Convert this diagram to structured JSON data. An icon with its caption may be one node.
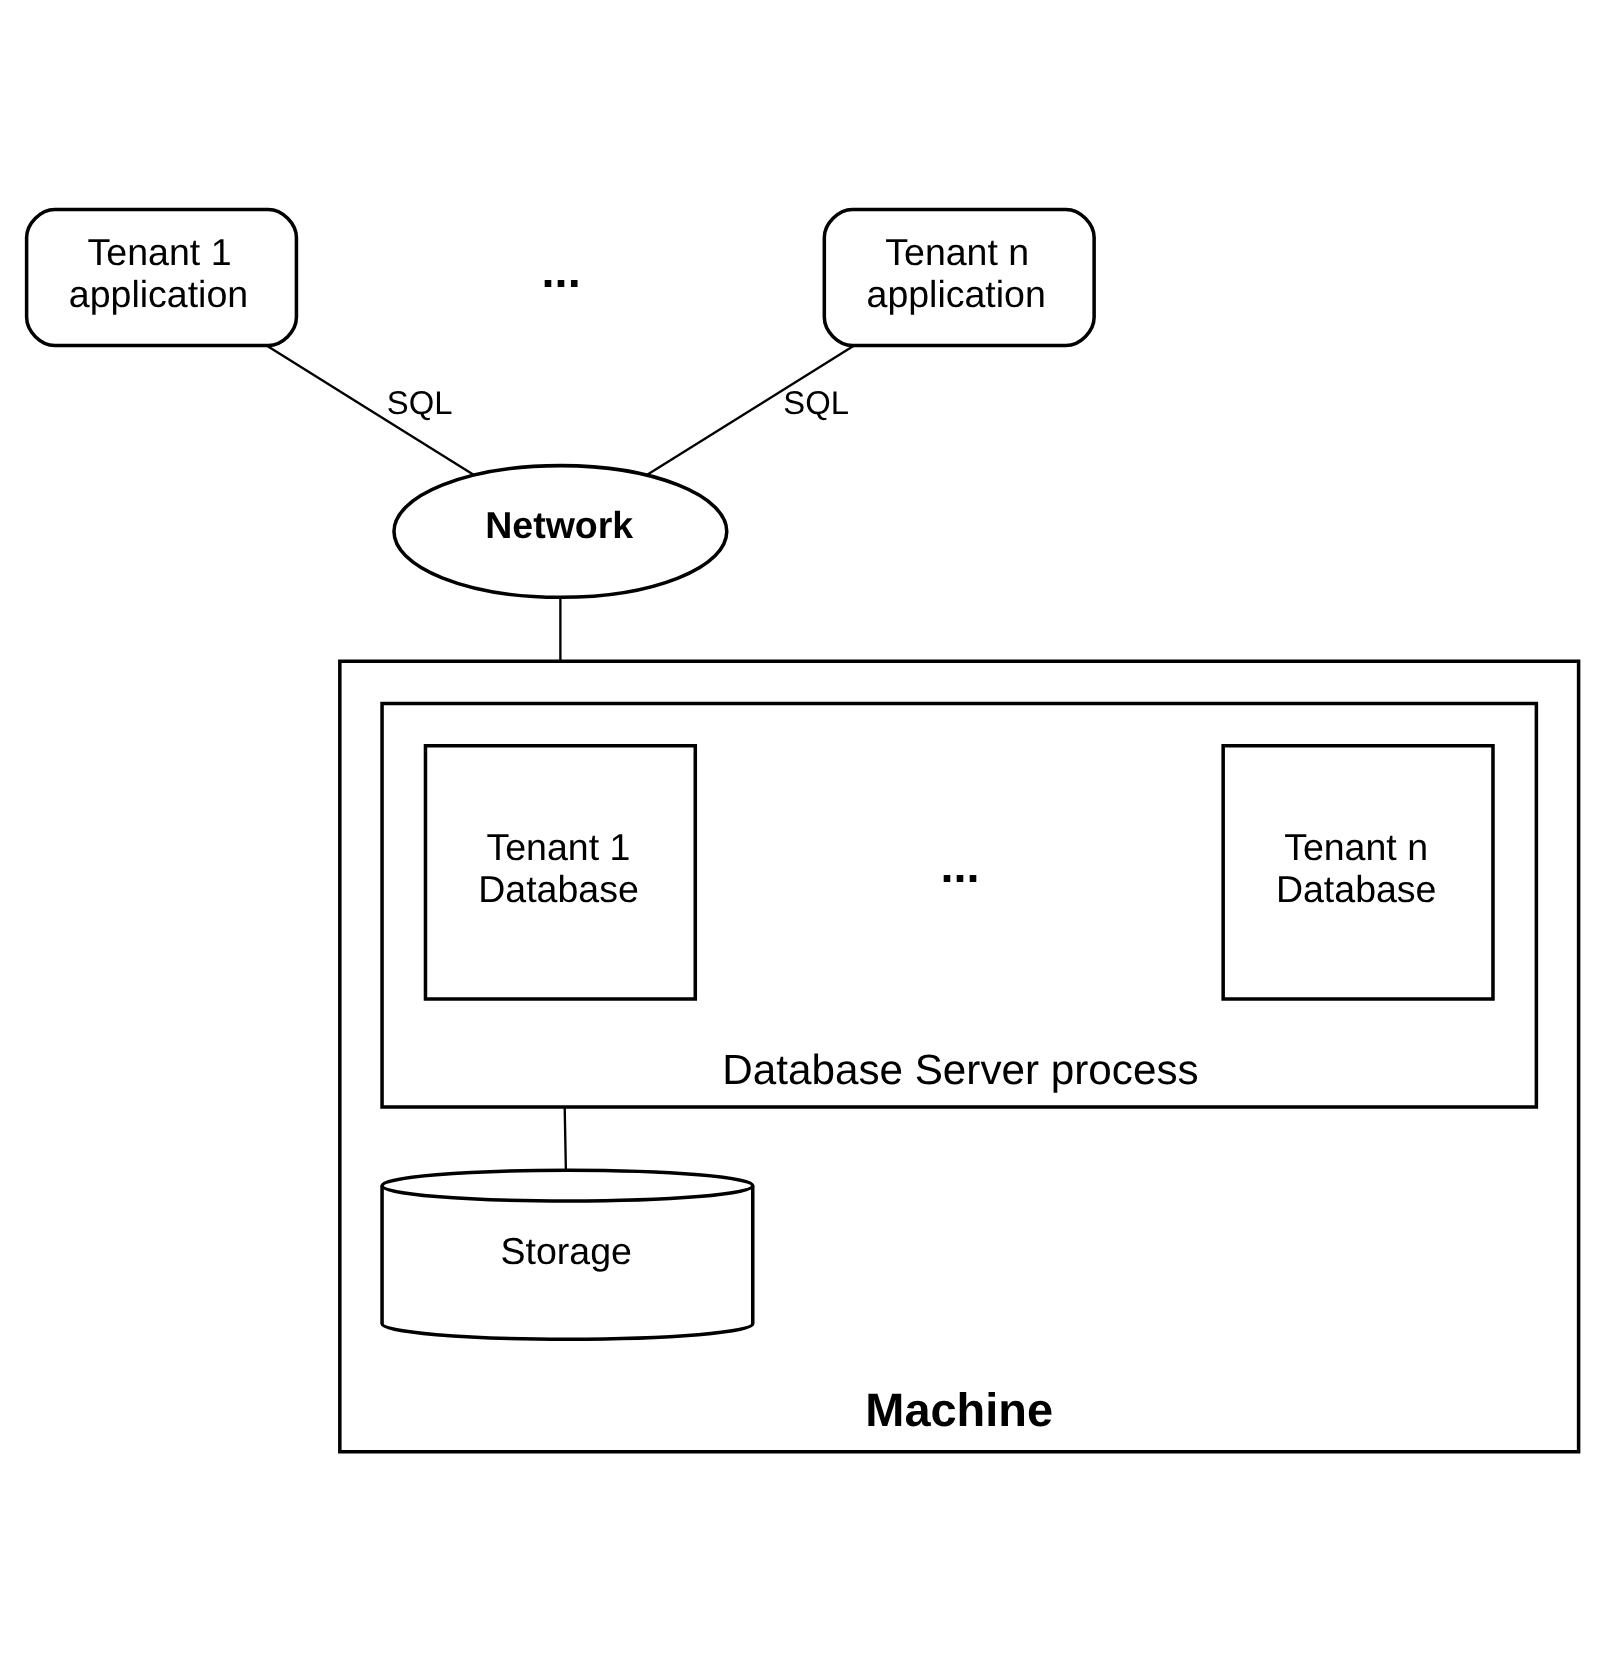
{
  "diagram": {
    "nodes": [
      {
        "text": [
          "Tenant 1 application"
        ]
      },
      {
        "text": [
          "Tenant n application"
        ]
      },
      {
        "text": [
          "Network"
        ]
      },
      {
        "text": [
          "Machine"
        ]
      },
      {
        "text": [
          "Database Server process"
        ],
        "in": 3
      },
      {
        "text": [
          "Tenant 1 Database"
        ],
        "in": 4
      },
      {
        "text": [
          "Tenant n Database"
        ],
        "in": 4
      },
      {
        "text": [
          "Storage"
        ],
        "in": 3
      }
    ],
    "edges": [
      {
        "from": 0,
        "to": 2,
        "arrow": "none",
        "label": "SQL"
      },
      {
        "from": 1,
        "to": 2,
        "arrow": "none",
        "label": "SQL"
      },
      {
        "from": 2,
        "to": 3,
        "arrow": "none"
      },
      {
        "from": 4,
        "to": 7,
        "arrow": "none"
      }
    ],
    "labels": [
      "...",
      "..."
    ]
  }
}
